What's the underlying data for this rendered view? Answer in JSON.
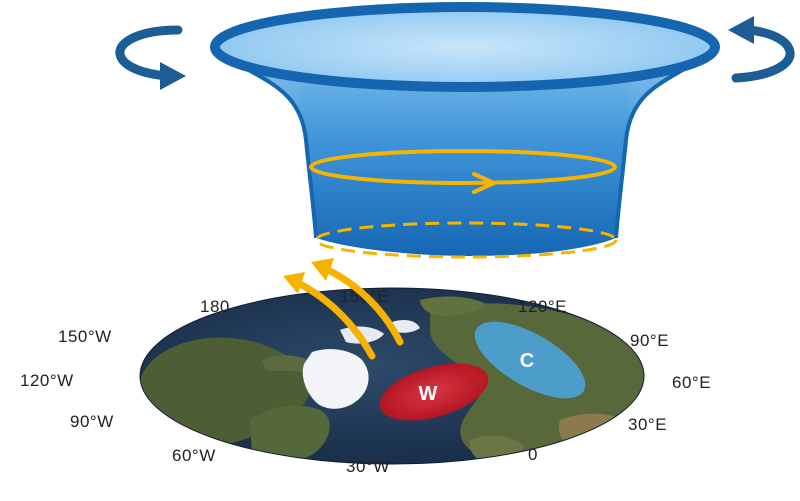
{
  "diagram": {
    "longitude_labels": {
      "lon_180": "180",
      "lon_150e": "150°E",
      "lon_120e": "120°E",
      "lon_150w": "150°W",
      "lon_90e": "90°E",
      "lon_120w": "120°W",
      "lon_60e": "60°E",
      "lon_90w": "90°W",
      "lon_30e": "30°E",
      "lon_60w": "60°W",
      "lon_30w": "30°W",
      "lon_0": "0"
    },
    "anomaly_warm": "W",
    "anomaly_cold": "C",
    "colors": {
      "vortex": "#1e6fb8",
      "vortex_rim": "#1565b0",
      "rotation_arrows": "#1c5d96",
      "ring": "#f4b400",
      "flux_arrows": "#f6b200",
      "warm": "#d8101e",
      "cold": "#4ba3dc",
      "ocean": "#1e3552",
      "land": "#4e5e34",
      "ice": "#f2f4f8"
    },
    "icons": [
      "rotation-arrow-icon",
      "flux-arrow-icon",
      "ring-direction-arrow-icon"
    ]
  }
}
